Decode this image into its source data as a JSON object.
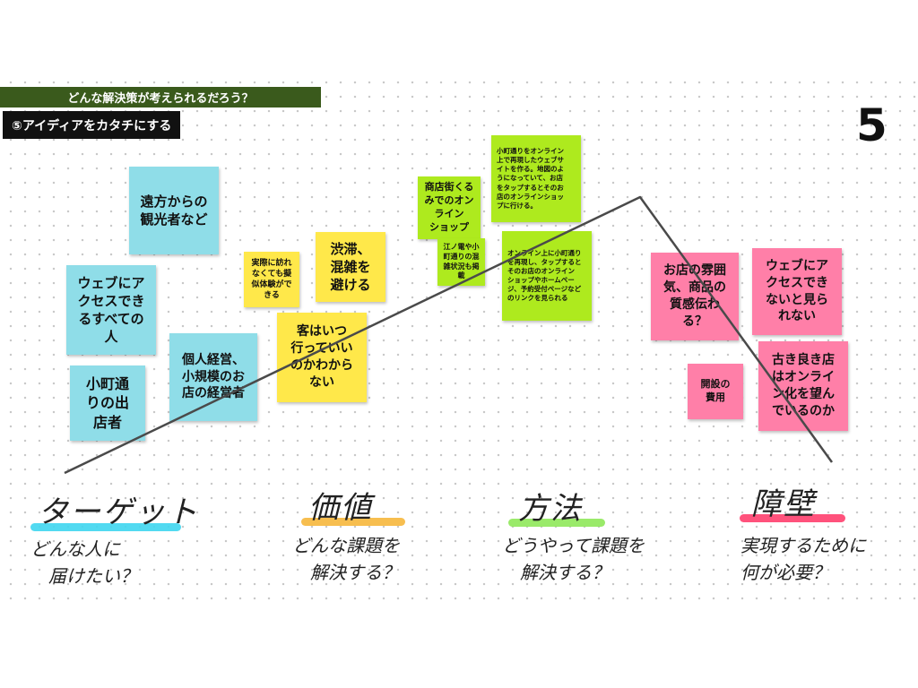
{
  "header": {
    "banner": "どんな解決策が考えられるだろう？",
    "subtitle": "⑤アイディアをカタチにする",
    "page_number": "5"
  },
  "notes": {
    "blue_tourists": "遠方からの\n観光者など",
    "blue_web_users": "ウェブにア\nクセスでき\nるすべての\n人",
    "blue_shop_owners": "小町通\nりの出\n店者",
    "blue_small_business": "個人経営、\n小規模のお\n店の経営者",
    "yellow_virtual": "実際に訪れ\nなくても擬\n似体験がで\nきる",
    "yellow_congestion": "渋滞、\n混雑を\n避ける",
    "yellow_when_to_go": "客はいつ\n行っていい\nのかわから\nない",
    "green_online_shop": "商店街くる\nみでのオン\nライン\nショップ",
    "green_enoden": "江ノ電や小\n町通りの混\n雑状況も掲\n載",
    "green_website": "小町通りをオンライン\n上で再現したウェブサ\nイトを作る。地図のよ\nうになっていて、お店\nをタップするとそのお\n店のオンラインショッ\nプに行ける。",
    "green_links": "オンライン上に小町通り\nを再現し、タップすると\nそのお店のオンライン\nショップやホームペー\nジ、予約受付ページなど\nのリンクを見られる",
    "pink_atmosphere": "お店の雰囲\n気、商品の\n質感伝わ\nる？",
    "pink_no_access": "ウェブにア\nクセスでき\nないと見ら\nれない",
    "pink_cost": "開設の\n費用",
    "pink_old_shops": "古き良き店\nはオンライ\nン化を望ん\nでいるのか"
  },
  "categories": {
    "target": {
      "label": "ターゲット",
      "sub": "どんな人に\n　届けたい？",
      "color": "#3fd6f0"
    },
    "value": {
      "label": "価値",
      "sub": "どんな課題を\n　解決する？",
      "color": "#f6b73c"
    },
    "method": {
      "label": "方法",
      "sub": "どうやって課題を\n　解決する？",
      "color": "#8fe85a"
    },
    "barrier": {
      "label": "障壁",
      "sub": "実現するために\n何が必要？",
      "color": "#ff3f6e"
    }
  },
  "colors": {
    "blue": "#8fdde8",
    "yellow": "#ffe84a",
    "green": "#aeea1e",
    "pink": "#ff7fa8",
    "banner": "#3a5a1c"
  }
}
